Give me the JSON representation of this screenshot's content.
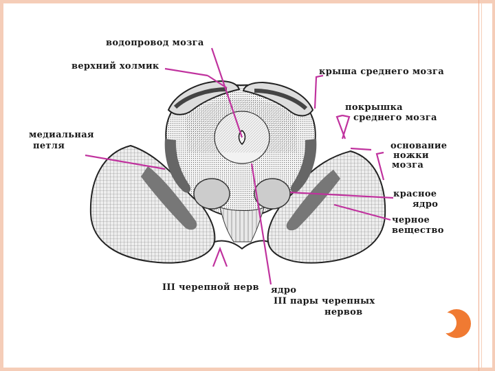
{
  "slide": {
    "accent_color": "#f07a32",
    "border_color": "#f5cdb8"
  },
  "diagram": {
    "labels": {
      "aqueduct": "водопровод мозга",
      "superior_colliculus": "верхний холмик",
      "tectum": "крыша среднего мозга",
      "tegmentum_1": "покрышка",
      "tegmentum_2": "среднего мозга",
      "medial_lemniscus_1": "медиальная",
      "medial_lemniscus_2": "петля",
      "base_peduncle_1": "основание",
      "base_peduncle_2": "ножки",
      "base_peduncle_3": "мозга",
      "red_nucleus_1": "красное",
      "red_nucleus_2": "ядро",
      "substantia_nigra_1": "черное",
      "substantia_nigra_2": "вещество",
      "cranial_nerve_3": "III черепной нерв",
      "nucleus_3_1": "ядро",
      "nucleus_3_2": "III пары черепных",
      "nucleus_3_3": "нервов"
    },
    "pointer_color": "#c0329e"
  }
}
